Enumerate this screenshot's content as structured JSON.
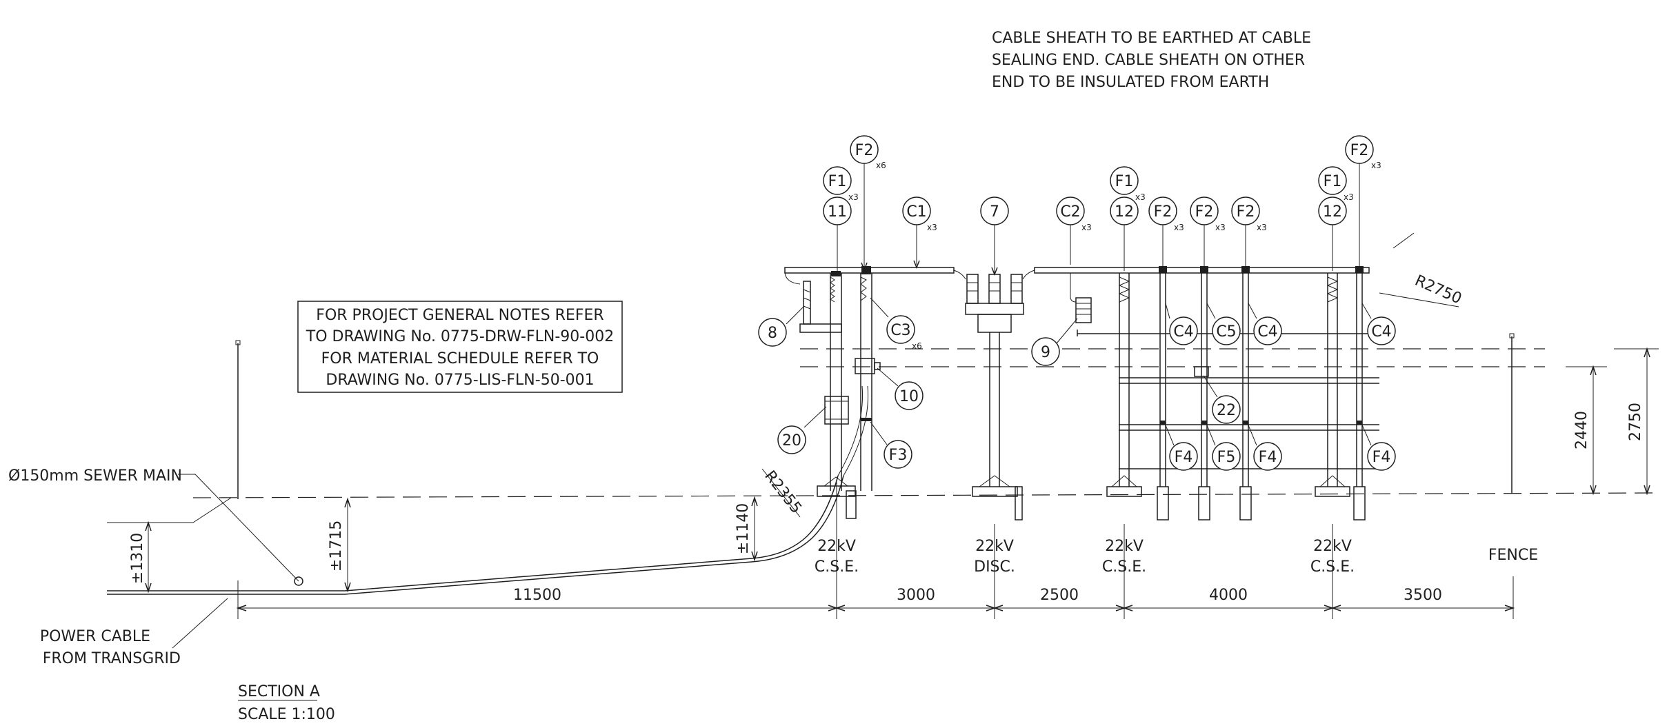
{
  "notes": {
    "earthing": [
      "CABLE SHEATH TO BE EARTHED AT CABLE",
      "SEALING END. CABLE SHEATH ON OTHER",
      "END TO BE INSULATED FROM EARTH"
    ],
    "general": [
      "FOR PROJECT GENERAL NOTES REFER",
      "TO DRAWING No. 0775-DRW-FLN-90-002",
      "FOR MATERIAL SCHEDULE REFER TO",
      "DRAWING No. 0775-LIS-FLN-50-001"
    ]
  },
  "labels": {
    "sewer": "Ø150mm SEWER MAIN",
    "power_cable": [
      "POWER CABLE",
      "FROM TRANSGRID"
    ],
    "section_title": "SECTION A",
    "section_scale": "SCALE 1:100",
    "equipment": {
      "cse1": [
        "22kV",
        "C.S.E."
      ],
      "disc": [
        "22kV",
        "DISC."
      ],
      "cse2": [
        "22kV",
        "C.S.E."
      ],
      "cse3": [
        "22kV",
        "C.S.E."
      ],
      "fence": "FENCE"
    }
  },
  "dimensions": {
    "horizontal": [
      "11500",
      "3000",
      "2500",
      "4000",
      "3500"
    ],
    "d1310": "±1310",
    "d1715": "±1715",
    "d1140": "±1140",
    "d2440": "2440",
    "d2750": "2750",
    "r2355": "R2355",
    "r2750": "R2750"
  },
  "balloons": {
    "b_f2_top1": "F2",
    "b_f2_top1_q": "x6",
    "b_f1_a": "F1",
    "b_f1_a_q": "x3",
    "b_11": "11",
    "b_c1": "C1",
    "b_c1_q": "x3",
    "b_7": "7",
    "b_c2": "C2",
    "b_c2_q": "x3",
    "b_f1_b": "F1",
    "b_f1_b_q": "x3",
    "b_12_a": "12",
    "b_f2_a": "F2",
    "b_f2_a_q": "x3",
    "b_f2_b": "F2",
    "b_f2_b_q": "x3",
    "b_f2_c": "F2",
    "b_f2_c_q": "x3",
    "b_f1_c": "F1",
    "b_f1_c_q": "x3",
    "b_12_b": "12",
    "b_f2_top2": "F2",
    "b_f2_top2_q": "x3",
    "b_8": "8",
    "b_c3": "C3",
    "b_c3_q": "x6",
    "b_10": "10",
    "b_20": "20",
    "b_f3": "F3",
    "b_9": "9",
    "b_c4_a": "C4",
    "b_c5": "C5",
    "b_c4_b": "C4",
    "b_c4_c": "C4",
    "b_22": "22",
    "b_f4_a": "F4",
    "b_f5": "F5",
    "b_f4_b": "F4",
    "b_f4_c": "F4"
  }
}
